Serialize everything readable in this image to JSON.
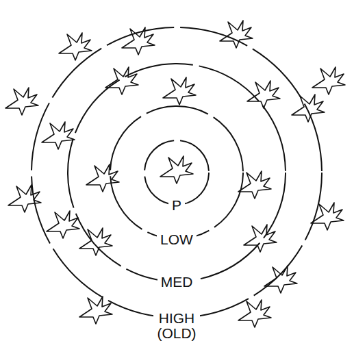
{
  "diagram": {
    "nodes": [
      {
        "text": [
          "HIGH (OLD)"
        ]
      },
      {
        "text": [
          "MED"
        ],
        "in": 0
      },
      {
        "text": [
          "LOW"
        ],
        "in": 1
      },
      {
        "text": [
          "P"
        ],
        "in": 2
      }
    ]
  }
}
